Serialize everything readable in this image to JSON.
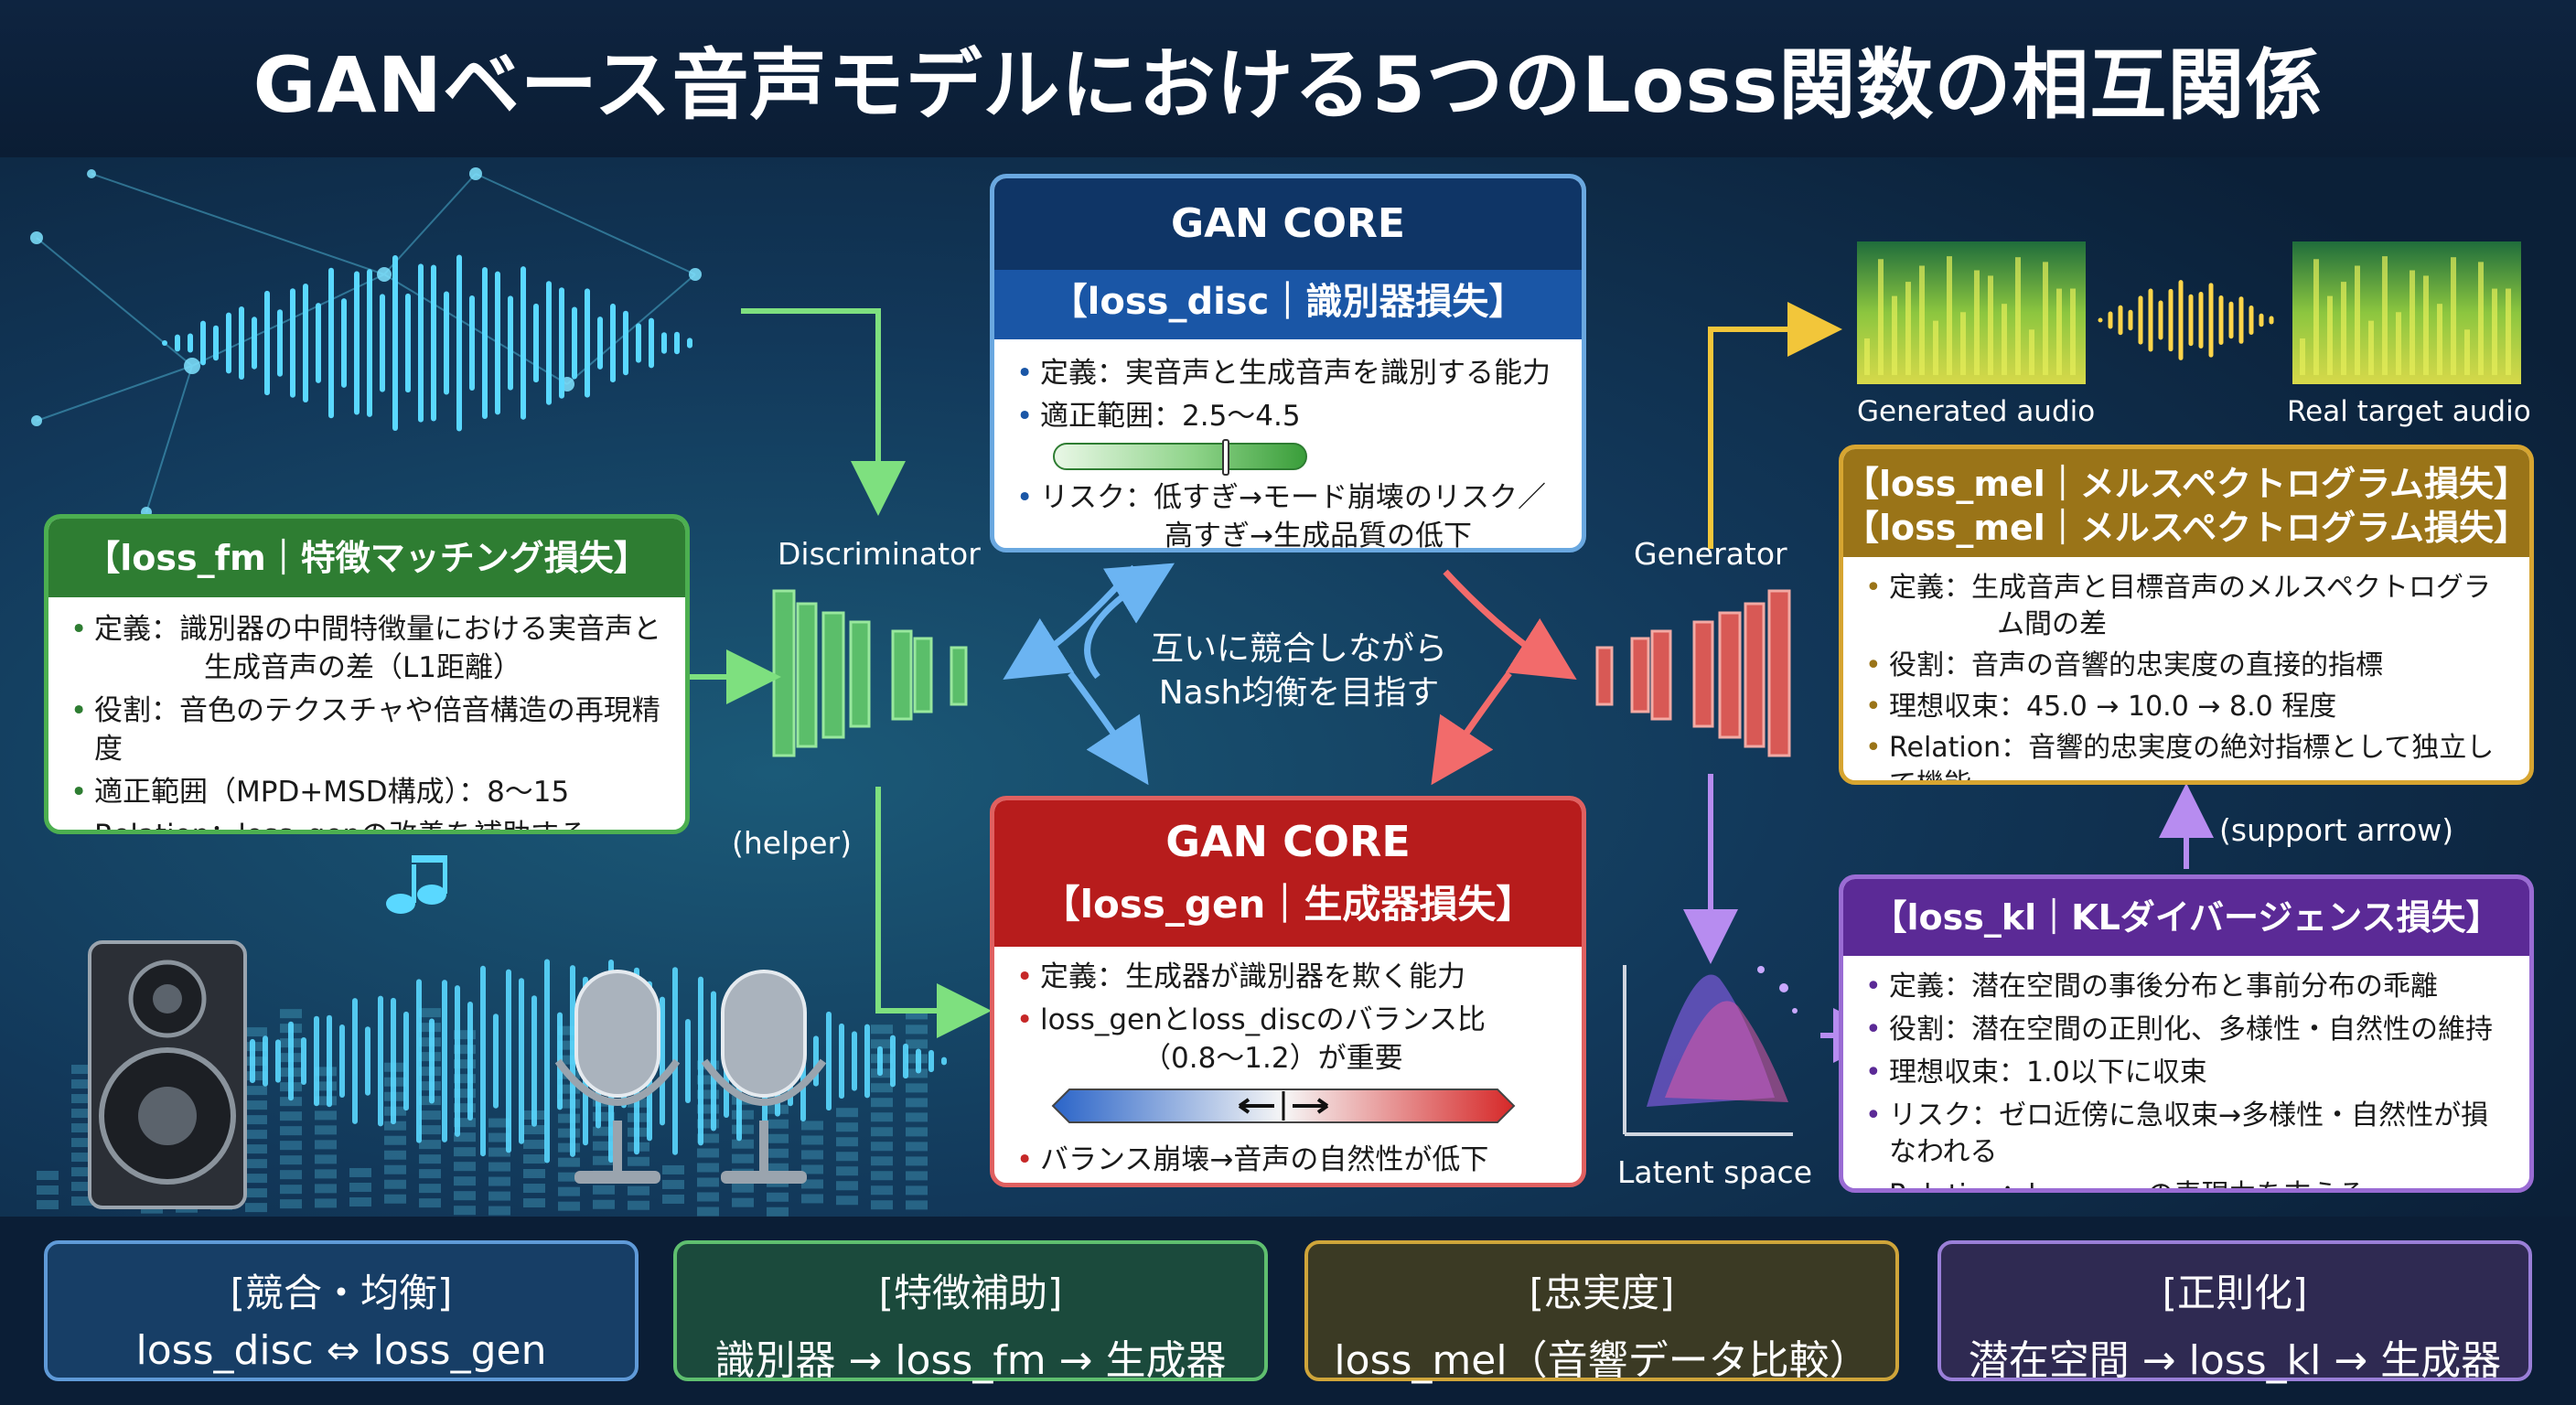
{
  "title": "GANベース音声モデルにおける5つのLoss関数の相互関係",
  "labels": {
    "discriminator": "Discriminator",
    "generator": "Generator",
    "helper": "(helper)",
    "support_arrow": "(support arrow)",
    "latent_space": "Latent space",
    "generated_audio": "Generated audio",
    "real_target_audio": "Real target audio",
    "center_line1": "互いに競合しながら",
    "center_line2": "Nash均衡を目指す"
  },
  "fm": {
    "head": "【loss_fm｜特徴マッチング損失】",
    "def_a": "定義：識別器の中間特徴量における実音声と",
    "def_b": "生成音声の差（L1距離）",
    "role": "役割：音色のテクスチャや倍音構造の再現精度",
    "range": "適正範囲（MPD+MSD構成）：8～15",
    "relation": "Relation：loss_genの改善を補助する"
  },
  "disc": {
    "top": "GAN CORE",
    "head": "【loss_disc｜識別器損失】",
    "def": "定義：実音声と生成音声を識別する能力",
    "range": "適正範囲：2.5～4.5",
    "risk_a": "リスク：低すぎ→モード崩壊のリスク／",
    "risk_b": "高すぎ→生成品質の低下"
  },
  "gen": {
    "top": "GAN CORE",
    "head": "【loss_gen｜生成器損失】",
    "def": "定義：生成器が識別器を欺く能力",
    "bal_a": "loss_genとloss_discのバランス比",
    "bal_b": "（0.8～1.2）が重要",
    "risk": "バランス崩壊→音声の自然性が低下"
  },
  "mel": {
    "head1": "【loss_mel｜メルスペクトログラム損失】",
    "head2": "【loss_mel｜メルスペクトログラム損失】",
    "def_a": "定義：生成音声と目標音声のメルスペクトログラ",
    "def_b": "ム間の差",
    "role": "役割：音声の音響的忠実度の直接的指標",
    "conv": "理想収束：45.0 → 10.0 → 8.0 程度",
    "relation": "Relation：音響的忠実度の絶対指標として独立して機能"
  },
  "kl": {
    "head": "【loss_kl｜KLダイバージェンス損失】",
    "def": "定義：潜在空間の事後分布と事前分布の乖離",
    "role": "役割：潜在空間の正則化、多様性・自然性の維持",
    "conv": "理想収束：1.0以下に収束",
    "risk": "リスク：ゼロ近傍に急収束→多様性・自然性が損なわれる",
    "relation": "Relation：loss_genの表現力を支える"
  },
  "bottom": [
    {
      "line1": "[競合・均衡]",
      "line2": "loss_disc ⇔ loss_gen"
    },
    {
      "line1": "[特徴補助]",
      "line2": "識別器 → loss_fm → 生成器"
    },
    {
      "line1": "[忠実度]",
      "line2": "loss_mel（音響データ比較）"
    },
    {
      "line1": "[正則化]",
      "line2": "潜在空間 → loss_kl → 生成器"
    }
  ],
  "colors": {
    "fm": "#2e7d32",
    "disc": "#1a56a6",
    "gen": "#b71c1c",
    "mel": "#9a7418",
    "kl": "#5b2a96"
  },
  "icons": [
    "speaker-icon",
    "microphone-icon",
    "music-note-icon",
    "spectrogram-icon",
    "waveform-icon"
  ]
}
